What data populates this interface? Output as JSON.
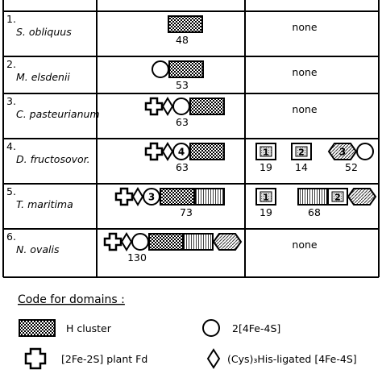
{
  "rows": [
    {
      "index": "1.",
      "organism": "S. obliquus",
      "large_subunit_domains": [
        "H"
      ],
      "large_subunit_mass": "48",
      "small_subunit": null,
      "small_none": "none"
    },
    {
      "index": "2.",
      "organism": "M. elsdenii",
      "large_subunit_domains": [
        "C",
        "H"
      ],
      "large_subunit_mass": "53",
      "small_subunit": null,
      "small_none": "none"
    },
    {
      "index": "3.",
      "organism": "C. pasteurianum",
      "large_subunit_domains": [
        "F",
        "D",
        "C",
        "H"
      ],
      "large_subunit_mass": "63",
      "small_subunit": null,
      "small_none": "none"
    },
    {
      "index": "4.",
      "organism": "D. fructosovor.",
      "large_subunit_domains": [
        "F",
        "D",
        "C4",
        "H"
      ],
      "large_subunit_mass": "63",
      "small_subunit": [
        {
          "domains": [
            "B1"
          ],
          "mass": "19"
        },
        {
          "domains": [
            "B2"
          ],
          "mass": "14"
        },
        {
          "domains": [
            "HEX3",
            "C"
          ],
          "mass": "52"
        }
      ]
    },
    {
      "index": "5.",
      "organism": "T. maritima",
      "large_subunit_domains": [
        "F",
        "D",
        "C3",
        "H",
        "V"
      ],
      "large_subunit_mass": "73",
      "small_subunit": [
        {
          "domains": [
            "B1"
          ],
          "mass": "19"
        },
        {
          "domains": [
            "V",
            "B2",
            "HEX"
          ],
          "mass": "68"
        }
      ]
    },
    {
      "index": "6.",
      "organism": "N. ovalis",
      "large_subunit_domains": [
        "F",
        "D",
        "C",
        "H",
        "V",
        "HEX"
      ],
      "large_subunit_mass": "130",
      "small_subunit": null,
      "small_none": "none"
    }
  ],
  "legend": {
    "title": "Code for domains :",
    "items": [
      {
        "symbol": "h-cluster",
        "label": "H cluster"
      },
      {
        "symbol": "circle",
        "label": "2[4Fe-4S]"
      },
      {
        "symbol": "cross",
        "label": "[2Fe-2S] plant Fd"
      },
      {
        "symbol": "diamond",
        "label": "(Cys)₃His-ligated [4Fe-4S]"
      }
    ]
  }
}
